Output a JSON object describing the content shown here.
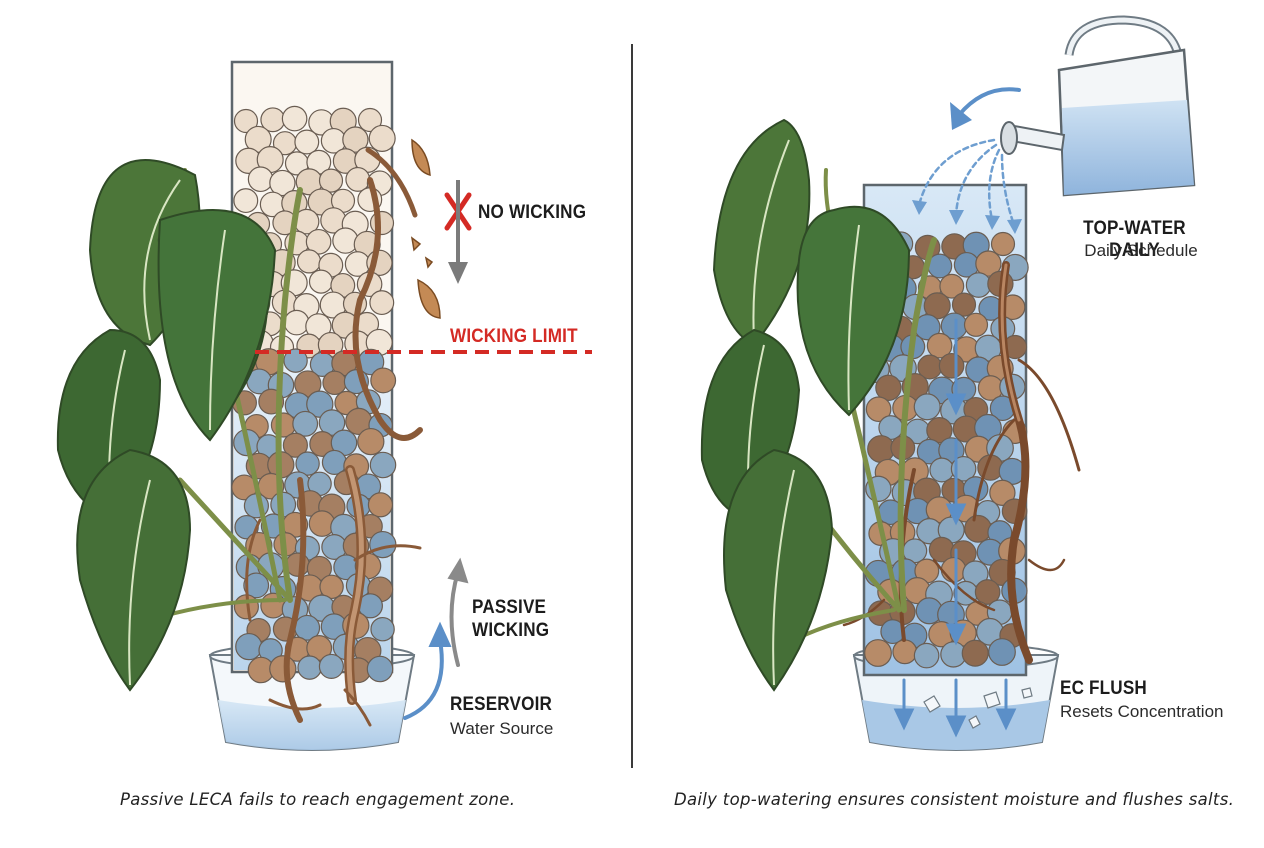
{
  "left": {
    "no_wicking": "NO WICKING",
    "wicking_limit": "WICKING LIMIT",
    "passive_wicking_line1": "PASSIVE",
    "passive_wicking_line2": "WICKING",
    "reservoir": "RESERVOIR",
    "reservoir_sub": "Water Source",
    "caption": "Passive LECA fails to reach engagement zone."
  },
  "right": {
    "top_water": "TOP-WATER DAILY",
    "top_water_sub": "Daily Schedule",
    "ec_flush": "EC FLUSH",
    "ec_flush_sub": "Resets Concentration",
    "caption": "Daily top-watering ensures consistent moisture and flushes salts."
  },
  "colors": {
    "leaf": "#4e7a3a",
    "leaf_dark": "#2f5a2a",
    "pebble_dry": "#ebdccb",
    "pebble_wet": "#8aa7bf",
    "pebble_brown": "#b78b68",
    "water": "#bcd6ec",
    "arrow_blue": "#5b8fc8",
    "arrow_gray": "#8a8a8a",
    "limit_red": "#d42a24"
  }
}
